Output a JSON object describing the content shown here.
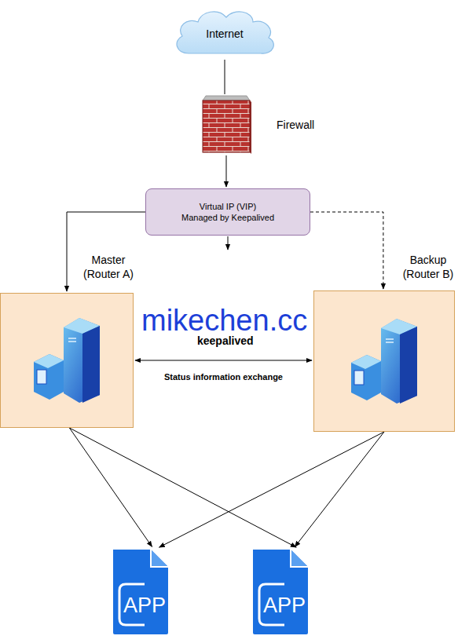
{
  "diagram": {
    "nodes": [
      {
        "text": [
          "Internet"
        ]
      },
      {
        "text": [
          "Firewall"
        ]
      },
      {
        "text": [
          "Virtual IP (VIP) Managed by Keepalived"
        ]
      },
      {
        "text": [
          "Master (Router A)"
        ]
      },
      {
        "text": [
          "Backup (Router B)"
        ]
      },
      {
        "text": [
          "APP"
        ]
      },
      {
        "text": [
          "APP"
        ]
      }
    ],
    "edges": [
      {
        "from": 0,
        "to": 1,
        "arrow": "none"
      },
      {
        "from": 1,
        "to": 2,
        "arrow": "to"
      },
      {
        "from": 2,
        "to": 3,
        "arrow": "to"
      },
      {
        "from": 2,
        "to": 4,
        "arrow": "to"
      },
      {
        "from": 3,
        "to": 4,
        "label": "Status information exchange",
        "arrow": "both"
      },
      {
        "from": 3,
        "to": 5,
        "arrow": "to"
      },
      {
        "from": 3,
        "to": 6,
        "arrow": "to"
      },
      {
        "from": 4,
        "to": 5,
        "arrow": "to"
      },
      {
        "from": 4,
        "to": 6,
        "arrow": "to"
      }
    ],
    "labels": [
      "mikechen.cc",
      "keepalived"
    ]
  }
}
